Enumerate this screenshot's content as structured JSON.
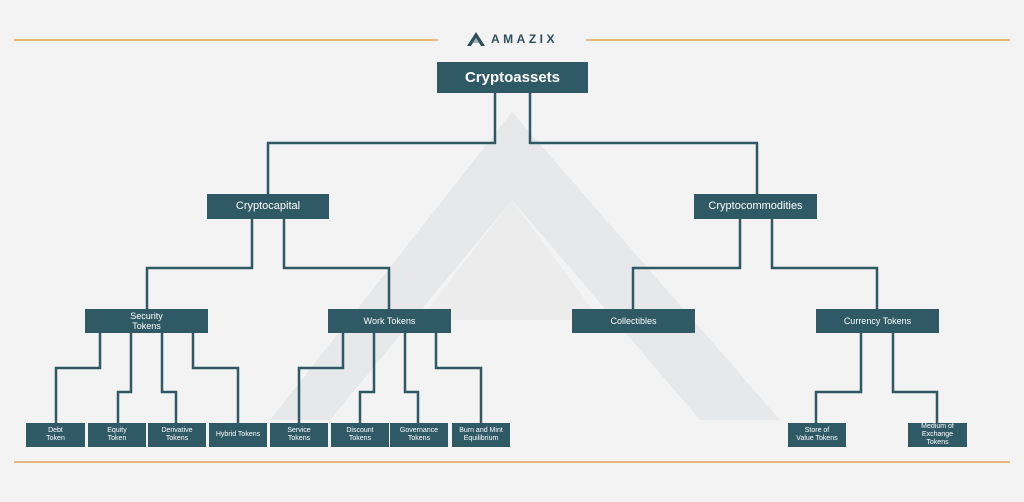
{
  "header": {
    "brand": "AMAZIX",
    "rule_color": "#e8b57f"
  },
  "colors": {
    "node_fill": "#2f5a65",
    "connector": "#2f5a65",
    "text": "#ffffff",
    "background": "#f3f3f3"
  },
  "tree": {
    "root": "Cryptoassets",
    "cryptocapital": {
      "label": "Cryptocapital",
      "security_tokens": {
        "label": "Security\nTokens",
        "children": [
          "Debt\nToken",
          "Equity\nToken",
          "Derivative\nTokens",
          "Hybrid Tokens"
        ]
      },
      "work_tokens": {
        "label": "Work Tokens",
        "children": [
          "Service\nTokens",
          "Discount\nTokens",
          "Governance\nTokens",
          "Burn and Mint\nEquilibrium"
        ]
      }
    },
    "cryptocommodities": {
      "label": "Cryptocommodities",
      "collectibles": {
        "label": "Collectibles"
      },
      "currency_tokens": {
        "label": "Currency Tokens",
        "children": [
          "Store of\nValue Tokens",
          "Medium of\nExchange\nTokens"
        ]
      }
    }
  }
}
